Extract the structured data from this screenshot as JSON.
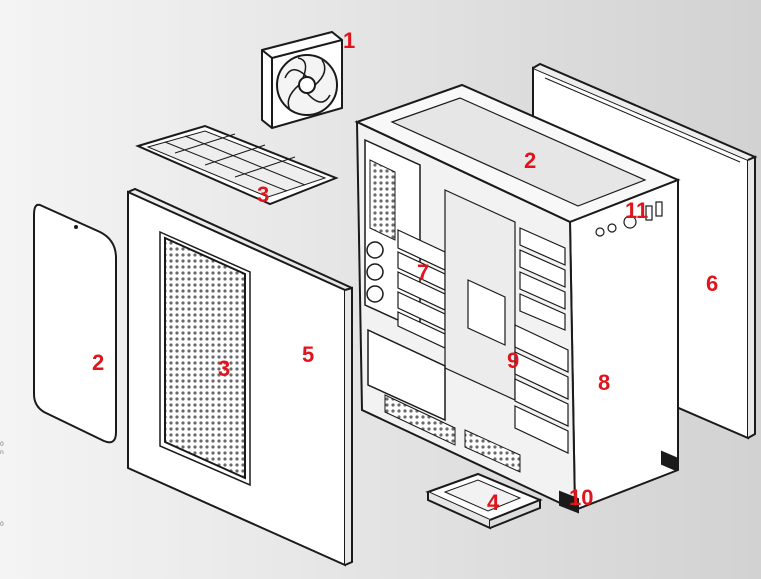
{
  "colors": {
    "label": "#e0141c",
    "line": "#1a1a1a",
    "panel_fill": "#ffffff",
    "mesh": "#555555"
  },
  "margin_marks": [
    "0",
    "n",
    "0"
  ],
  "callouts": [
    {
      "id": "fan",
      "text": "1"
    },
    {
      "id": "top-cover",
      "text": "2"
    },
    {
      "id": "side-cover-small",
      "text": "2"
    },
    {
      "id": "top-dust-filter",
      "text": "3"
    },
    {
      "id": "side-dust-filter",
      "text": "3"
    },
    {
      "id": "drive-tray",
      "text": "4"
    },
    {
      "id": "left-side-panel",
      "text": "5"
    },
    {
      "id": "right-side-panel",
      "text": "6"
    },
    {
      "id": "expansion-slots",
      "text": "7"
    },
    {
      "id": "front-panel",
      "text": "8"
    },
    {
      "id": "drive-cage",
      "text": "9"
    },
    {
      "id": "feet",
      "text": "10"
    },
    {
      "id": "front-io",
      "text": "11"
    }
  ]
}
